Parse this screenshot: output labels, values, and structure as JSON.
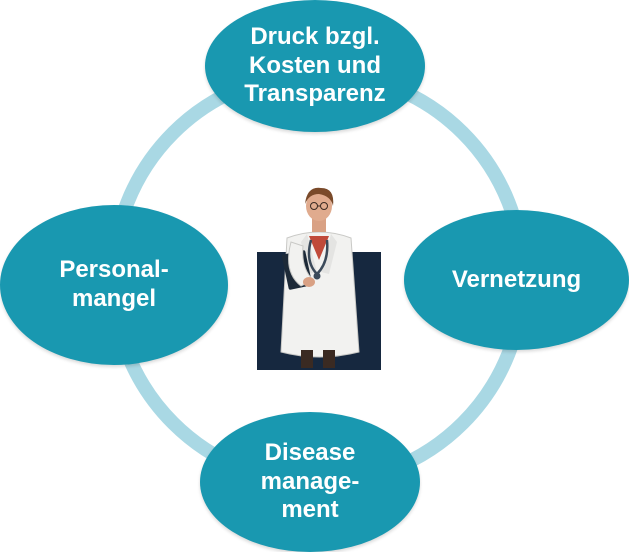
{
  "diagram": {
    "nodes": {
      "top": "Druck bzgl.\nKosten und\nTransparenz",
      "left": "Personal-\nmangel",
      "right": "Vernetzung",
      "bottom": "Disease\nmanage-\nment"
    },
    "colors": {
      "node_fill": "#1998b0",
      "ring": "#a9d8e4",
      "doctor_bg": "#16283f"
    },
    "center_icon": "doctor-icon"
  }
}
